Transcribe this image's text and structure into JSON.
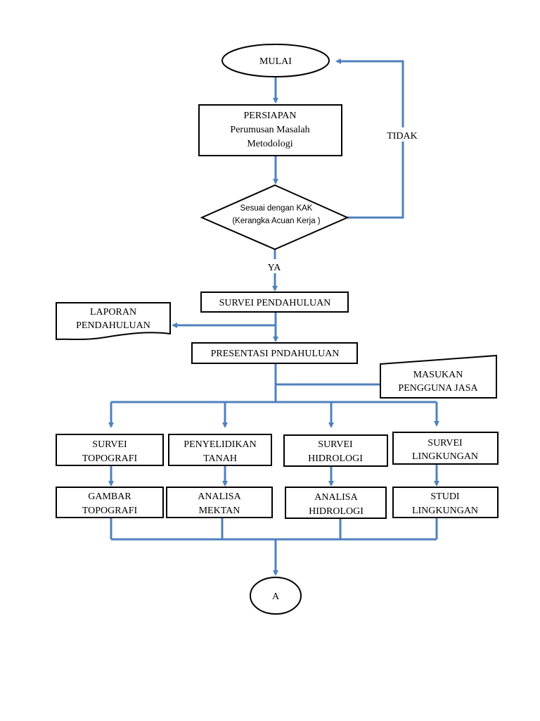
{
  "diagram": {
    "line_color": "#4f81bd",
    "start": "MULAI",
    "preparation": {
      "lines": [
        "PERSIAPAN",
        "Perumusan Masalah",
        "Metodologi"
      ]
    },
    "decision": {
      "lines": [
        "Sesuai dengan KAK",
        "(Kerangka Acuan Kerja )"
      ]
    },
    "no_label": "TIDAK",
    "yes_label": "YA",
    "preliminary_survey": "SURVEI PENDAHULUAN",
    "preliminary_report": {
      "lines": [
        "LAPORAN",
        "PENDAHULUAN"
      ]
    },
    "preliminary_presentation": "PRESENTASI PNDAHULUAN",
    "client_input": {
      "lines": [
        "MASUKAN",
        "PENGGUNA JASA"
      ]
    },
    "surveys": [
      {
        "lines": [
          "SURVEI",
          "TOPOGRAFI"
        ]
      },
      {
        "lines": [
          "PENYELIDIKAN",
          "TANAH"
        ]
      },
      {
        "lines": [
          "SURVEI",
          "HIDROLOGI"
        ]
      },
      {
        "lines": [
          "SURVEI",
          "LINGKUNGAN"
        ]
      }
    ],
    "analyses": [
      {
        "lines": [
          "GAMBAR",
          "TOPOGRAFI"
        ]
      },
      {
        "lines": [
          "ANALISA",
          "MEKTAN"
        ]
      },
      {
        "lines": [
          "ANALISA",
          "HIDROLOGI"
        ]
      },
      {
        "lines": [
          "STUDI",
          "LINGKUNGAN"
        ]
      }
    ],
    "connector": "A"
  }
}
